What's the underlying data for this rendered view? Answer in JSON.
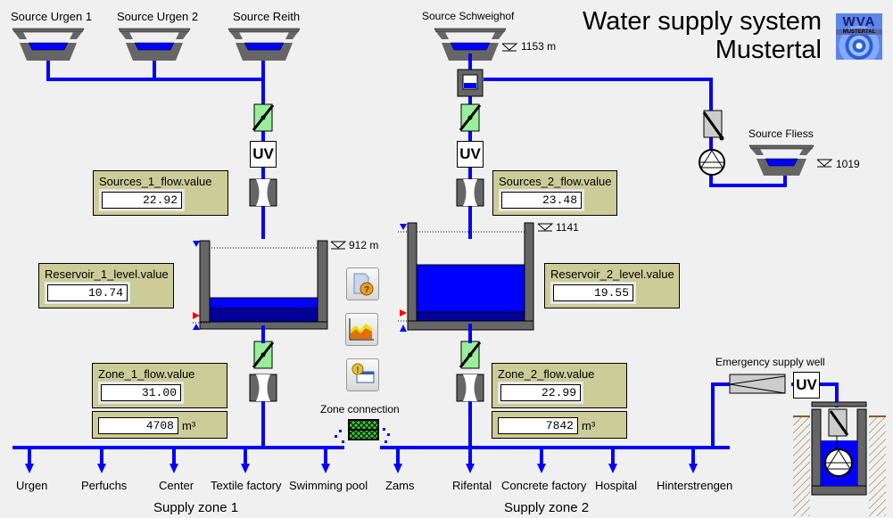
{
  "title": {
    "line1": "Water supply system",
    "line2": "Mustertal"
  },
  "logo": {
    "text": "WVA",
    "subtext": "MUSTERTAL"
  },
  "sources": [
    {
      "label": "Source Urgen 1"
    },
    {
      "label": "Source Urgen 2"
    },
    {
      "label": "Source Reith"
    },
    {
      "label": "Source Schweighof",
      "elevation": "1153 m"
    },
    {
      "label": "Source Fliess",
      "elevation": "1019"
    }
  ],
  "uv_label": "UV",
  "panels": {
    "sources1": {
      "title": "Sources_1_flow.value",
      "value": "22.92"
    },
    "sources2": {
      "title": "Sources_2_flow.value",
      "value": "23.48"
    },
    "reservoir1": {
      "title": "Reservoir_1_level.value",
      "value": "10.74",
      "elevation": "912 m",
      "fill_fraction": 0.35
    },
    "reservoir2": {
      "title": "Reservoir_2_level.value",
      "value": "19.55",
      "elevation": "1141",
      "fill_fraction": 0.65
    },
    "zone1": {
      "title": "Zone_1_flow.value",
      "value": "31.00",
      "total": "4708",
      "unit": "m³"
    },
    "zone2": {
      "title": "Zone_2_flow.value",
      "value": "22.99",
      "total": "7842",
      "unit": "m³"
    }
  },
  "buttons": [
    {
      "name": "help",
      "icon": "help-document-icon"
    },
    {
      "name": "trend",
      "icon": "trend-chart-icon"
    },
    {
      "name": "alarm",
      "icon": "alarm-window-icon"
    }
  ],
  "zone_connection": {
    "label": "Zone connection"
  },
  "emergency": {
    "label": "Emergency supply well"
  },
  "consumers_zone1": [
    "Urgen",
    "Perfuchs",
    "Center",
    "Textile factory",
    "Swimming pool"
  ],
  "consumers_zone2": [
    "Zams",
    "Rifental",
    "Concrete factory",
    "Hospital",
    "Hinterstrengen"
  ],
  "zones": {
    "zone1": "Supply zone 1",
    "zone2": "Supply zone 2"
  },
  "colors": {
    "pipe": "#0000ff",
    "water_dark": "#000099",
    "panel": "#cccc99",
    "valve_open": "#99ee99",
    "wall": "#666666"
  }
}
